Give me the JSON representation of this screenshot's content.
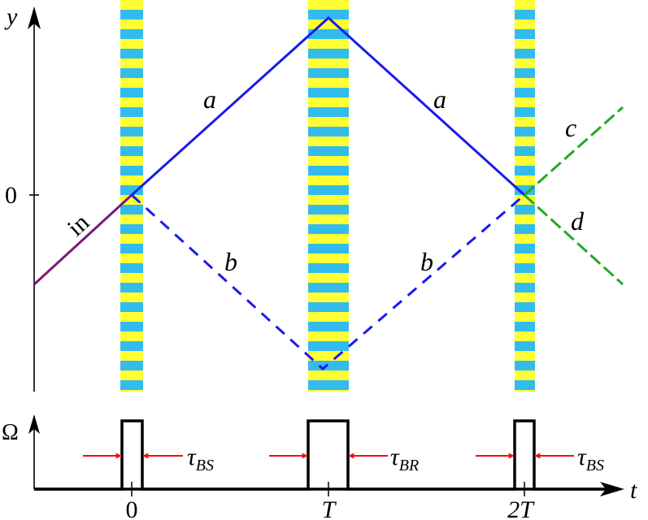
{
  "axes": {
    "y_label": "y",
    "omega_label": "Ω",
    "t_label": "t",
    "zero_label": "0"
  },
  "time_ticks": [
    "0",
    "T",
    "2T"
  ],
  "paths": {
    "input": "in",
    "upper_1": "a",
    "upper_2": "a",
    "lower_1": "b",
    "lower_2": "b",
    "output_up": "c",
    "output_down": "d"
  },
  "pulses": {
    "first": "τBS",
    "middle": "τBR",
    "last": "τBS"
  },
  "colors": {
    "stripe_yellow": "#ffff33",
    "stripe_blue": "#33bbee",
    "path_blue": "#1a1aee",
    "input_purple": "#7a1a7a",
    "output_green": "#22aa22",
    "arrow_red": "#ee1111"
  }
}
